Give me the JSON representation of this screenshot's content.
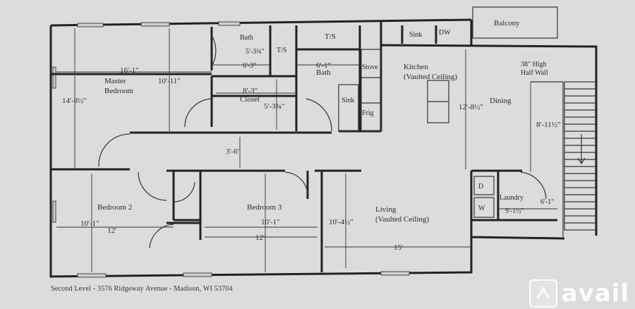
{
  "rooms": {
    "balcony": "Balcony",
    "kitchen": "Kitchen",
    "kitchen_sub": "(Vaulted Ceiling)",
    "dining": "Dining",
    "master": "Master",
    "master_sub": "Bedroom",
    "bath1": "Bath",
    "ts1": "T/S",
    "ts2": "T/S",
    "bath2": "Bath",
    "closet": "Closet",
    "sink1": "Sink",
    "sink2": "Sink",
    "dw": "DW",
    "stove": "Stove",
    "frig": "Frig",
    "bedroom2": "Bedroom 2",
    "bedroom3": "Bedroom 3",
    "living": "Living",
    "living_sub": "(Vaulted Ceiling)",
    "laundry": "Laundry",
    "dryer": "D",
    "washer": "W",
    "half_wall_1": "38\" High",
    "half_wall_2": "Half Wall"
  },
  "dims": {
    "master_w": "16'-1\"",
    "master_h": "14'-8½\"",
    "master_inner": "10'-11\"",
    "bath1_w": "5'-3¾\"",
    "bath1_h": "6'-3\"",
    "bath2_w": "6'-1\"",
    "closet_w": "8'-3\"",
    "closet_h": "5'-3¾\"",
    "hall": "3'-6\"",
    "kitchen_h": "12'-8½\"",
    "dining_h": "8'-11½\"",
    "laundry_w": "9'-1½\"",
    "laundry_h": "6'-1\"",
    "bed2_h": "10'-1\"",
    "bed2_w": "12'",
    "bed3_h": "10'-1\"",
    "bed3_w": "12'",
    "living_h": "10'-4½\"",
    "living_w": "15'"
  },
  "caption": "Second Level - 3576 Ridgeway Avenue - Madison, WI 53704",
  "watermark": "avail",
  "watermark_icon": "avail-logo-icon"
}
